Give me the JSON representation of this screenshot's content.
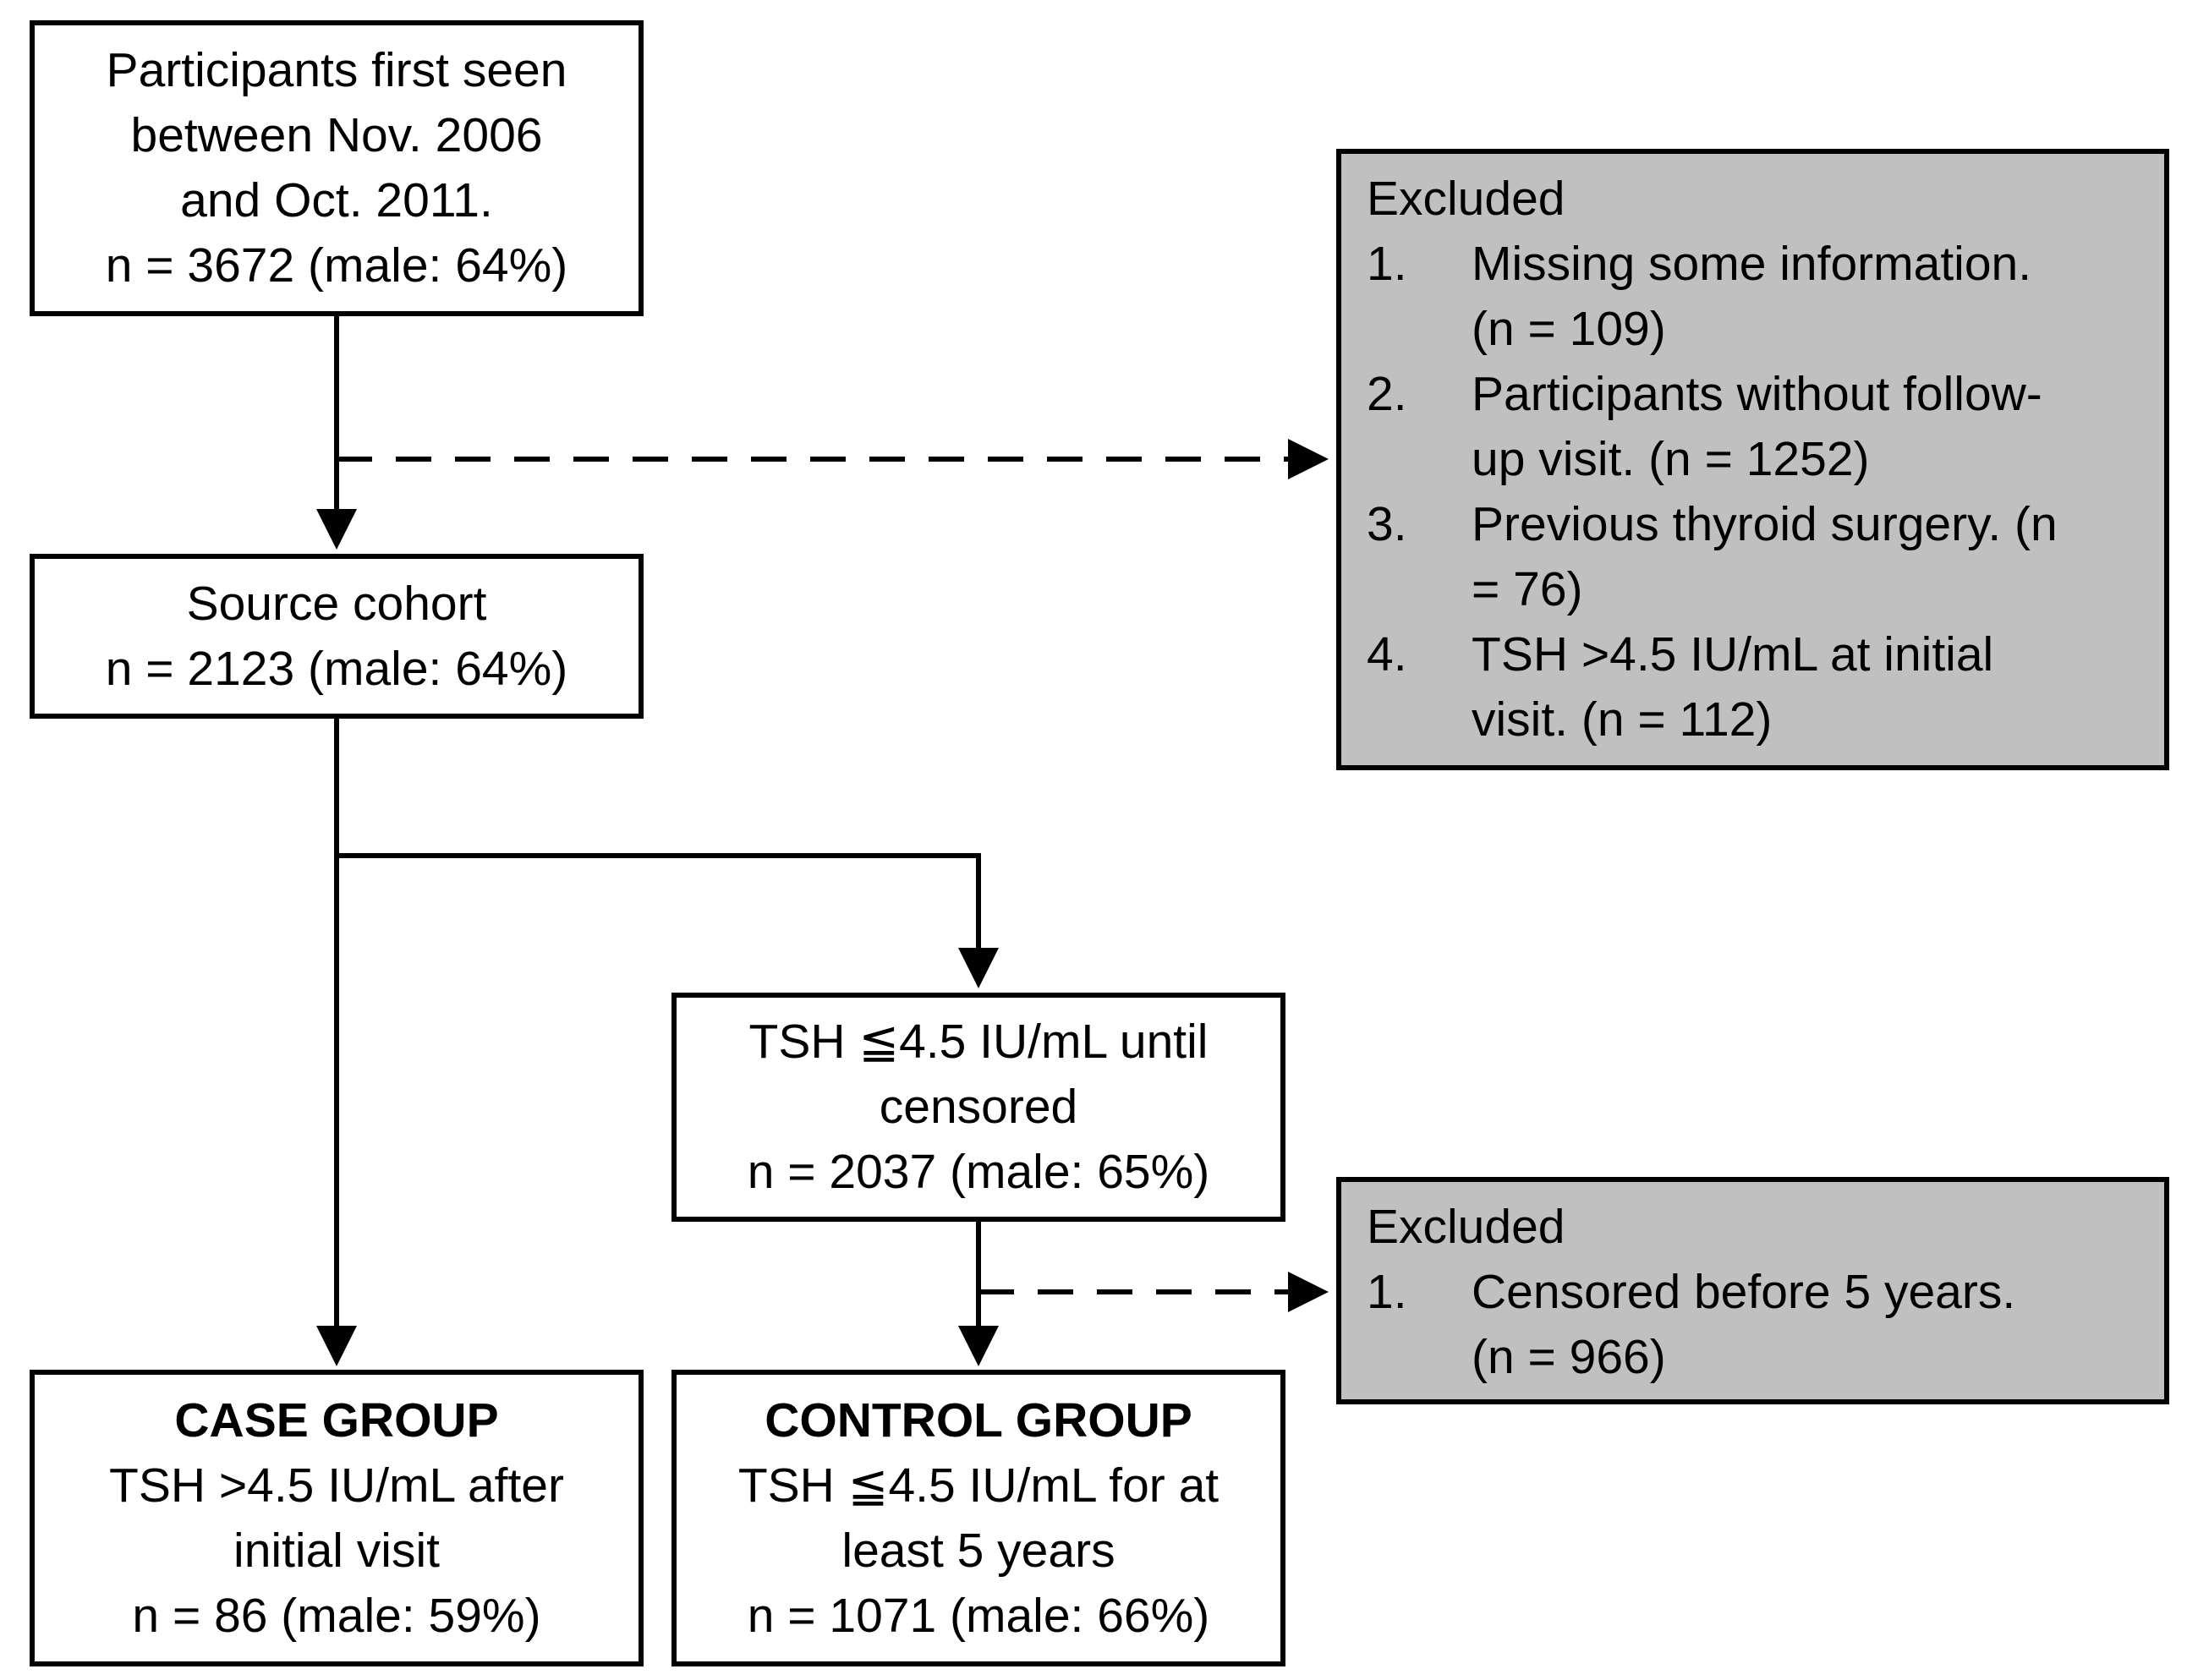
{
  "start": {
    "lines": [
      "Participants first seen",
      "between Nov. 2006",
      "and Oct. 2011.",
      "n = 3672 (male: 64%)"
    ]
  },
  "excluded1": {
    "title": "Excluded",
    "items": [
      {
        "num": "1.",
        "lines": [
          "Missing some information.",
          "(n = 109)"
        ]
      },
      {
        "num": "2.",
        "lines": [
          "Participants without follow-",
          "up visit. (n = 1252)"
        ]
      },
      {
        "num": "3.",
        "lines": [
          "Previous thyroid surgery. (n",
          "= 76)"
        ]
      },
      {
        "num": "4.",
        "lines": [
          "TSH >4.5 IU/mL at initial",
          "visit. (n = 112)"
        ]
      }
    ]
  },
  "source": {
    "lines": [
      "Source cohort",
      "n = 2123 (male: 64%)"
    ]
  },
  "tsh_until": {
    "lines": [
      "TSH ≦4.5 IU/mL until",
      "censored",
      "n = 2037 (male: 65%)"
    ]
  },
  "excluded2": {
    "title": "Excluded",
    "items": [
      {
        "num": "1.",
        "lines": [
          "Censored before 5 years.",
          "(n = 966)"
        ]
      }
    ]
  },
  "case_group": {
    "title": "CASE GROUP",
    "lines": [
      "TSH >4.5 IU/mL after",
      "initial visit",
      "n = 86 (male: 59%)"
    ]
  },
  "control_group": {
    "title": "CONTROL GROUP",
    "lines": [
      "TSH ≦4.5 IU/mL for at",
      "least 5 years",
      "n = 1071 (male: 66%)"
    ]
  }
}
